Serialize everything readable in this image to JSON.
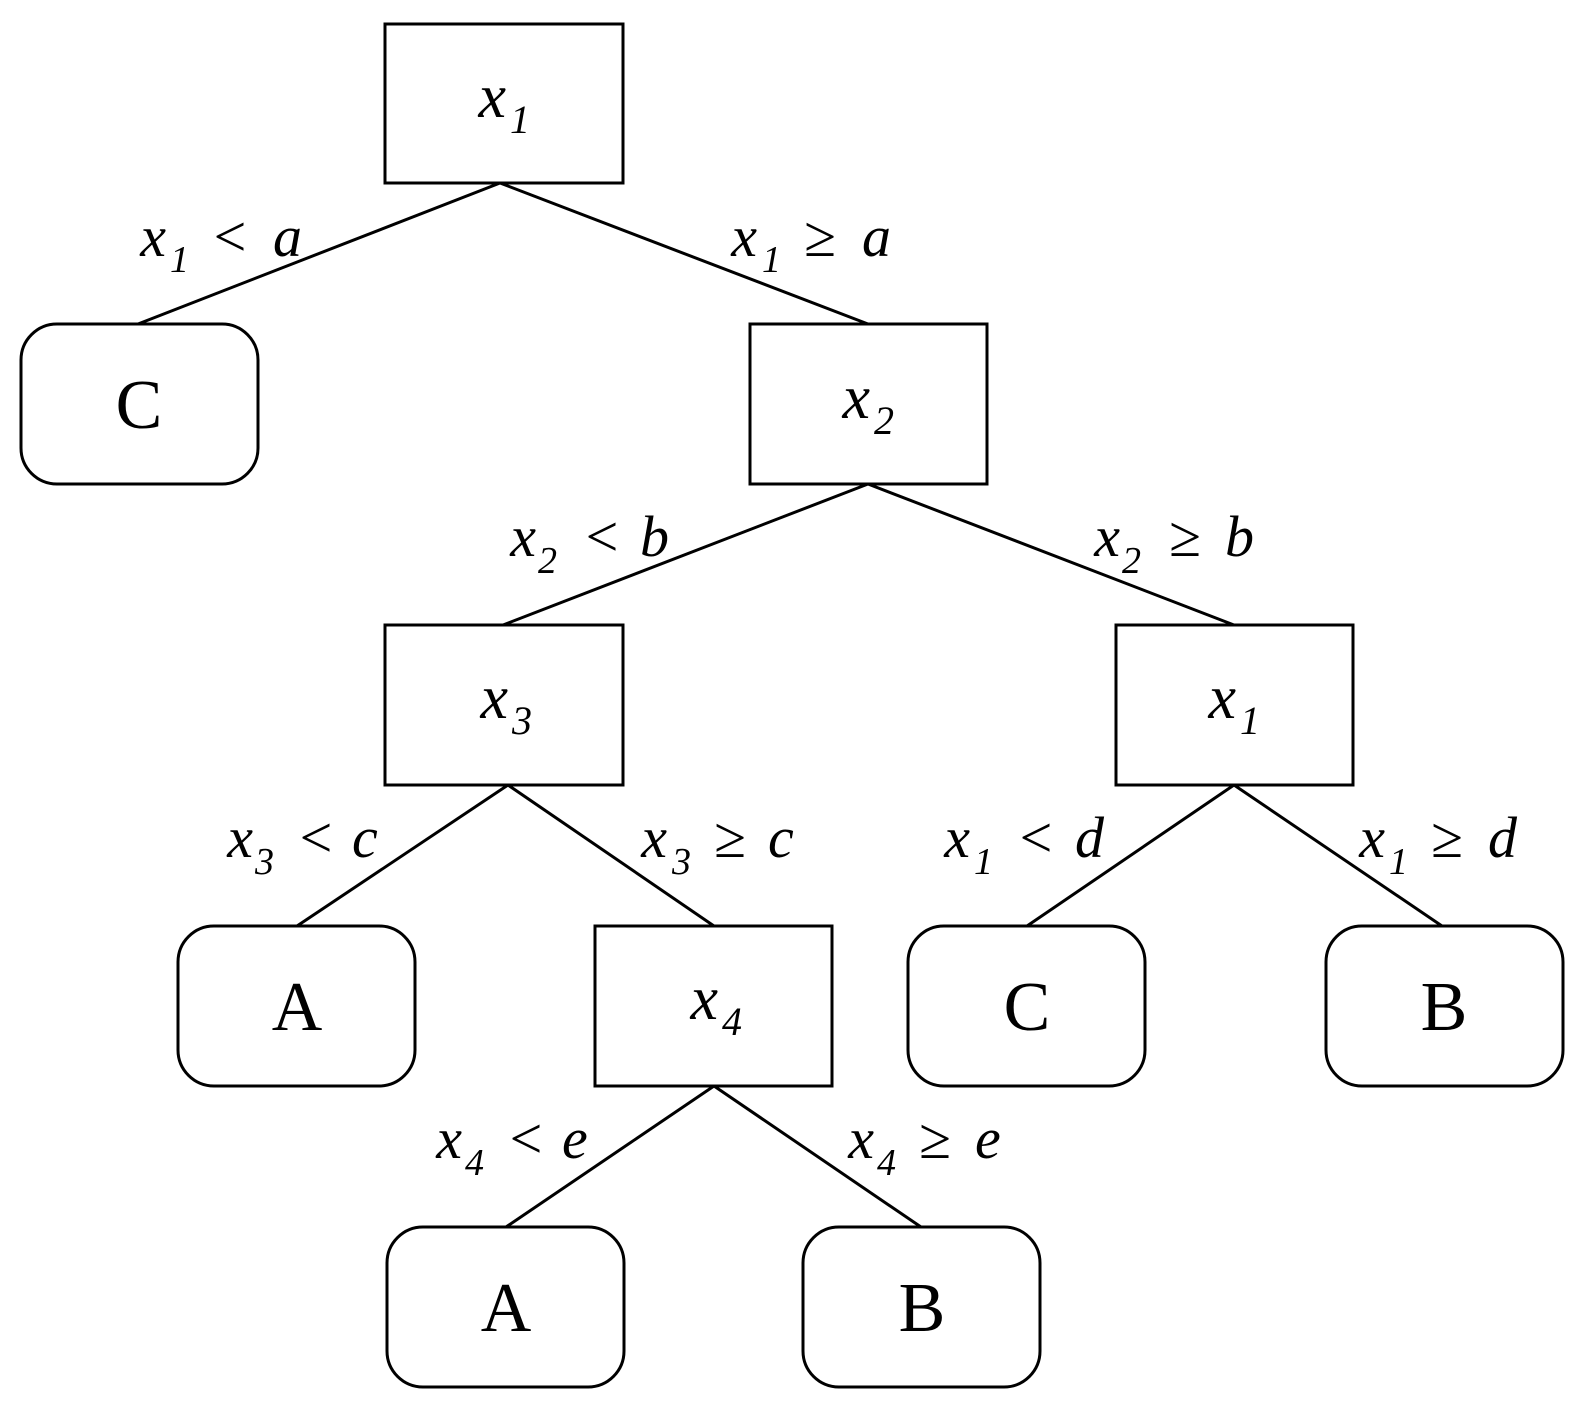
{
  "nodes": {
    "root": {
      "var": "x",
      "sub": "1"
    },
    "leaf_c_top": {
      "label": "C"
    },
    "split_x2": {
      "var": "x",
      "sub": "2"
    },
    "split_x3": {
      "var": "x",
      "sub": "3"
    },
    "split_x1_right": {
      "var": "x",
      "sub": "1"
    },
    "leaf_a_mid": {
      "label": "A"
    },
    "split_x4": {
      "var": "x",
      "sub": "4"
    },
    "leaf_c_right": {
      "label": "C"
    },
    "leaf_b_right": {
      "label": "B"
    },
    "leaf_a_bottom": {
      "label": "A"
    },
    "leaf_b_bottom": {
      "label": "B"
    }
  },
  "conditions": {
    "root_left": {
      "var": "x",
      "sub": "1",
      "op": "<",
      "thr": "a"
    },
    "root_right": {
      "var": "x",
      "sub": "1",
      "op": "≥",
      "thr": "a"
    },
    "x2_left": {
      "var": "x",
      "sub": "2",
      "op": "<",
      "thr": "b"
    },
    "x2_right": {
      "var": "x",
      "sub": "2",
      "op": "≥",
      "thr": "b"
    },
    "x3_left": {
      "var": "x",
      "sub": "3",
      "op": "<",
      "thr": "c"
    },
    "x3_right": {
      "var": "x",
      "sub": "3",
      "op": "≥",
      "thr": "c"
    },
    "x1r_left": {
      "var": "x",
      "sub": "1",
      "op": "<",
      "thr": "d"
    },
    "x1r_right": {
      "var": "x",
      "sub": "1",
      "op": "≥",
      "thr": "d"
    },
    "x4_left": {
      "var": "x",
      "sub": "4",
      "op": "<",
      "thr": "e"
    },
    "x4_right": {
      "var": "x",
      "sub": "4",
      "op": "≥",
      "thr": "e"
    }
  },
  "colors": {
    "stroke": "#000000",
    "fill": "#ffffff",
    "text": "#000000"
  }
}
